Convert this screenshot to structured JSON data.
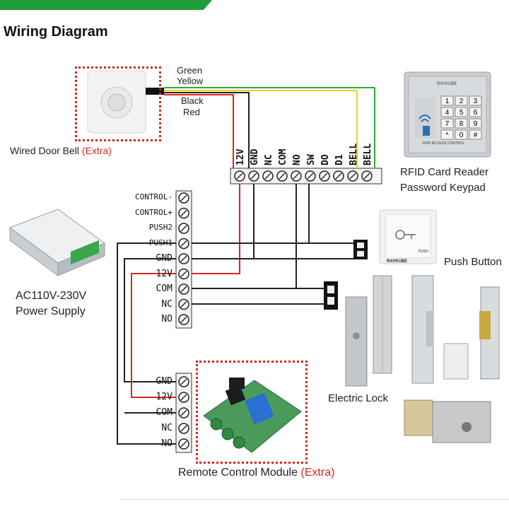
{
  "header": {
    "title": "Wiring Diagram"
  },
  "doorbell": {
    "label": "Wired Door Bell",
    "extra": "(Extra)",
    "wires": [
      "Green",
      "Yellow",
      "Black",
      "Red"
    ]
  },
  "keypad": {
    "label_line1": "RFID Card Reader",
    "label_line2": "Password Keypad",
    "brand": "RAYKUBE",
    "footer": "RFID ACCESS CONTROL",
    "keys": [
      "1",
      "2",
      "3",
      "4",
      "5",
      "6",
      "7",
      "8",
      "9",
      "*",
      "0",
      "#"
    ]
  },
  "controller_terminals": [
    "12V",
    "GND",
    "NC",
    "COM",
    "NO",
    "SW",
    "DO",
    "D1",
    "BELL",
    "BELL"
  ],
  "power_supply": {
    "label_line1": "AC110V-230V",
    "label_line2": "Power Supply",
    "terminals": [
      "CONTROL-",
      "CONTROL+",
      "PUSH2",
      "PUSH1",
      "GND",
      "12V",
      "COM",
      "NC",
      "NO"
    ]
  },
  "push_button": {
    "label": "Push Button",
    "brand": "RAYKUBE",
    "text": "PUSH"
  },
  "electric_lock": {
    "label": "Electric Lock"
  },
  "remote_module": {
    "label": "Remote Control Module",
    "extra": "(Extra)",
    "terminals": [
      "GND",
      "12V",
      "COM",
      "NC",
      "NO"
    ]
  },
  "colors": {
    "accent": "#1f9d3a",
    "red_wire": "#d9261c",
    "green_wire": "#2fa83a",
    "yellow_wire": "#e8d21a",
    "black_wire": "#222222"
  }
}
